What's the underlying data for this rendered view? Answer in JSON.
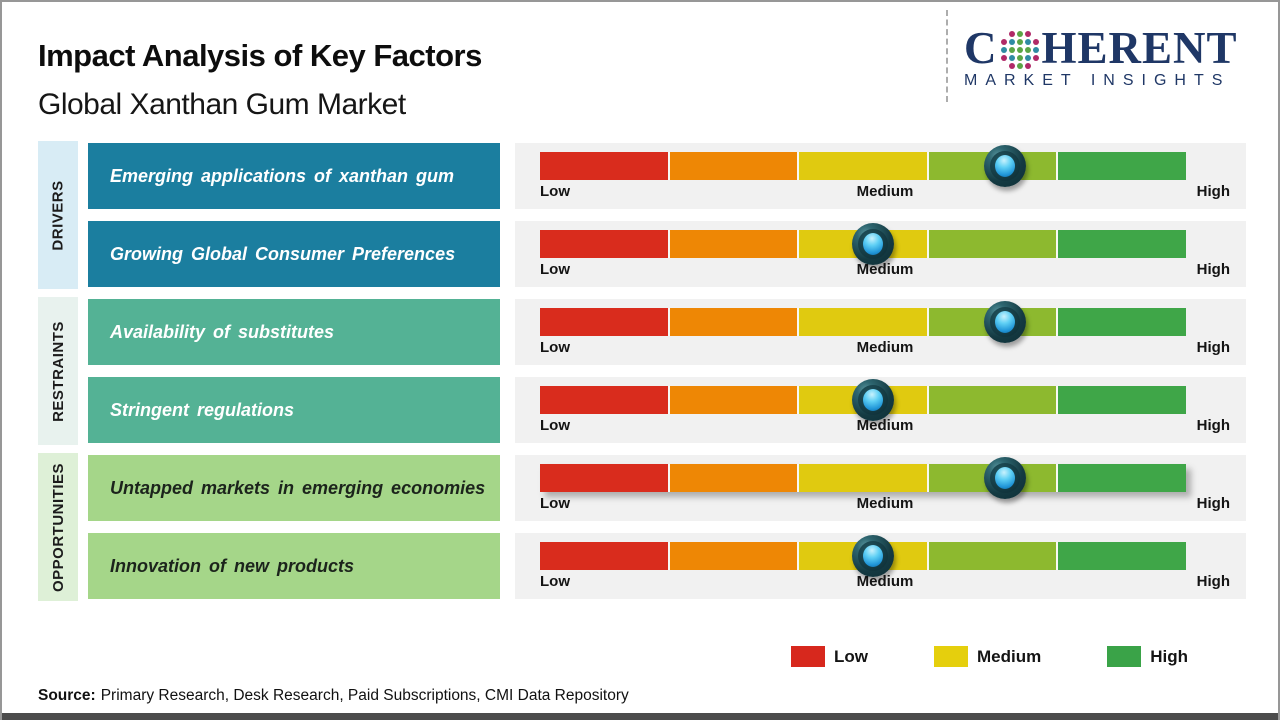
{
  "header": {
    "title": "Impact Analysis of Key Factors",
    "subtitle": "Global Xanthan Gum Market",
    "logo": {
      "brand_top_left": "C",
      "brand_top_right": "HERENT",
      "brand_bottom": "MARKET INSIGHTS"
    }
  },
  "colors": {
    "brand_navy": "#1f3766",
    "segments": [
      "#d92c1d",
      "#ee8705",
      "#e0ca10",
      "#8db92f",
      "#3fa648"
    ],
    "panel_bg": "#f1f1f1",
    "marker_outer": "#143a42",
    "marker_core": "#3db9ee"
  },
  "chart_data": {
    "type": "bar",
    "subtype": "impact-scale-infographic",
    "title": "Impact Analysis of Key Factors",
    "subtitle": "Global Xanthan Gum Market",
    "scale": [
      "Low",
      "Medium",
      "High"
    ],
    "axis_range_percent": [
      0,
      100
    ],
    "sections": [
      {
        "label": "DRIVERS",
        "label_bg": "#d8ecf5",
        "box_color": "#1b7e9f",
        "text_color": "#ffffff",
        "factors": [
          {
            "name": "Emerging applications of xanthan gum",
            "impact_percent": 72,
            "impact_level": "Medium-High",
            "shadow": false
          },
          {
            "name": "Growing Global Consumer Preferences",
            "impact_percent": 51.5,
            "impact_level": "Medium",
            "shadow": false
          }
        ]
      },
      {
        "label": "RESTRAINTS",
        "label_bg": "#e8f2ee",
        "box_color": "#54b295",
        "text_color": "#ffffff",
        "factors": [
          {
            "name": "Availability of substitutes",
            "impact_percent": 72,
            "impact_level": "Medium-High",
            "shadow": false
          },
          {
            "name": "Stringent regulations",
            "impact_percent": 51.5,
            "impact_level": "Medium",
            "shadow": false
          }
        ]
      },
      {
        "label": "OPPORTUNITIES",
        "label_bg": "#def0d7",
        "box_color": "#a5d689",
        "text_color": "#1c241c",
        "factors": [
          {
            "name": "Untapped markets in emerging economies",
            "impact_percent": 72,
            "impact_level": "Medium-High",
            "shadow": true
          },
          {
            "name": "Innovation of new products",
            "impact_percent": 51.5,
            "impact_level": "Medium",
            "shadow": false
          }
        ]
      }
    ]
  },
  "legend": [
    {
      "label": "Low",
      "color": "#d7281d"
    },
    {
      "label": "Medium",
      "color": "#e5cf0d"
    },
    {
      "label": "High",
      "color": "#3aa348"
    }
  ],
  "source": {
    "prefix": "Source:",
    "text": "Primary Research, Desk Research, Paid Subscriptions, CMI Data Repository"
  }
}
